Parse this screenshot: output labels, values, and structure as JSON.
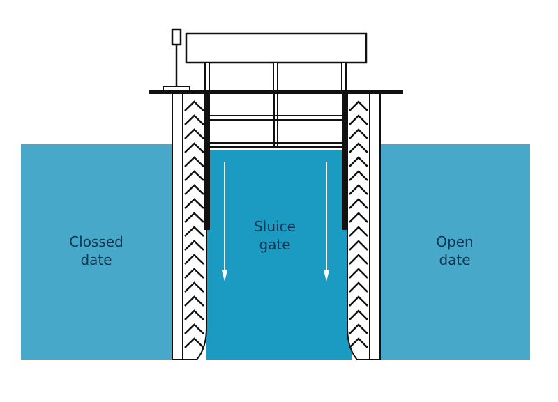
{
  "diagram": {
    "title": "Sluice gate cross-section",
    "labels": {
      "left_line1": "Clossed",
      "left_line2": "date",
      "center_line1": "Sluice",
      "center_line2": "gate",
      "right_line1": "Open",
      "right_line2": "date"
    },
    "colors": {
      "outer_water": "#48a8c9",
      "channel_water": "#1b9bc2",
      "stroke": "#111111",
      "text": "#0f3550",
      "background": "#ffffff"
    },
    "flow_direction": "down"
  }
}
